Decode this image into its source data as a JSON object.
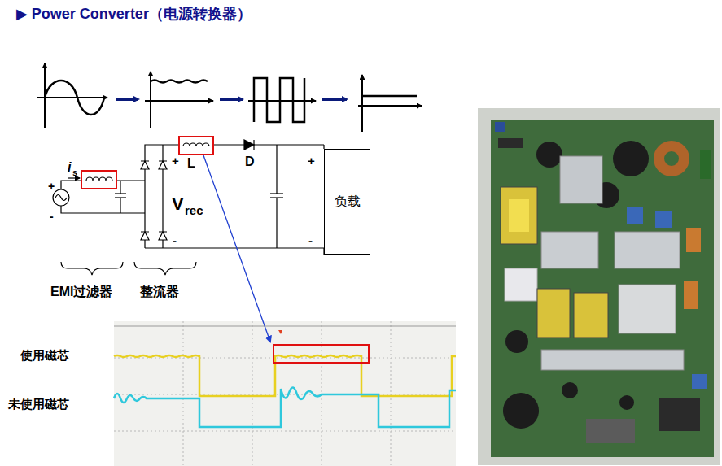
{
  "diagram": {
    "title": "▶ Power Converter（电源转换器）",
    "nodes": [
      {
        "text": [
          "负载"
        ]
      }
    ],
    "labels": [
      "+",
      "-",
      "i",
      "s",
      "+",
      "L",
      "D",
      "V",
      "rec",
      "-",
      "+",
      "-",
      "EMI过滤器",
      "整流器",
      "使用磁芯",
      "未使用磁芯"
    ]
  }
}
